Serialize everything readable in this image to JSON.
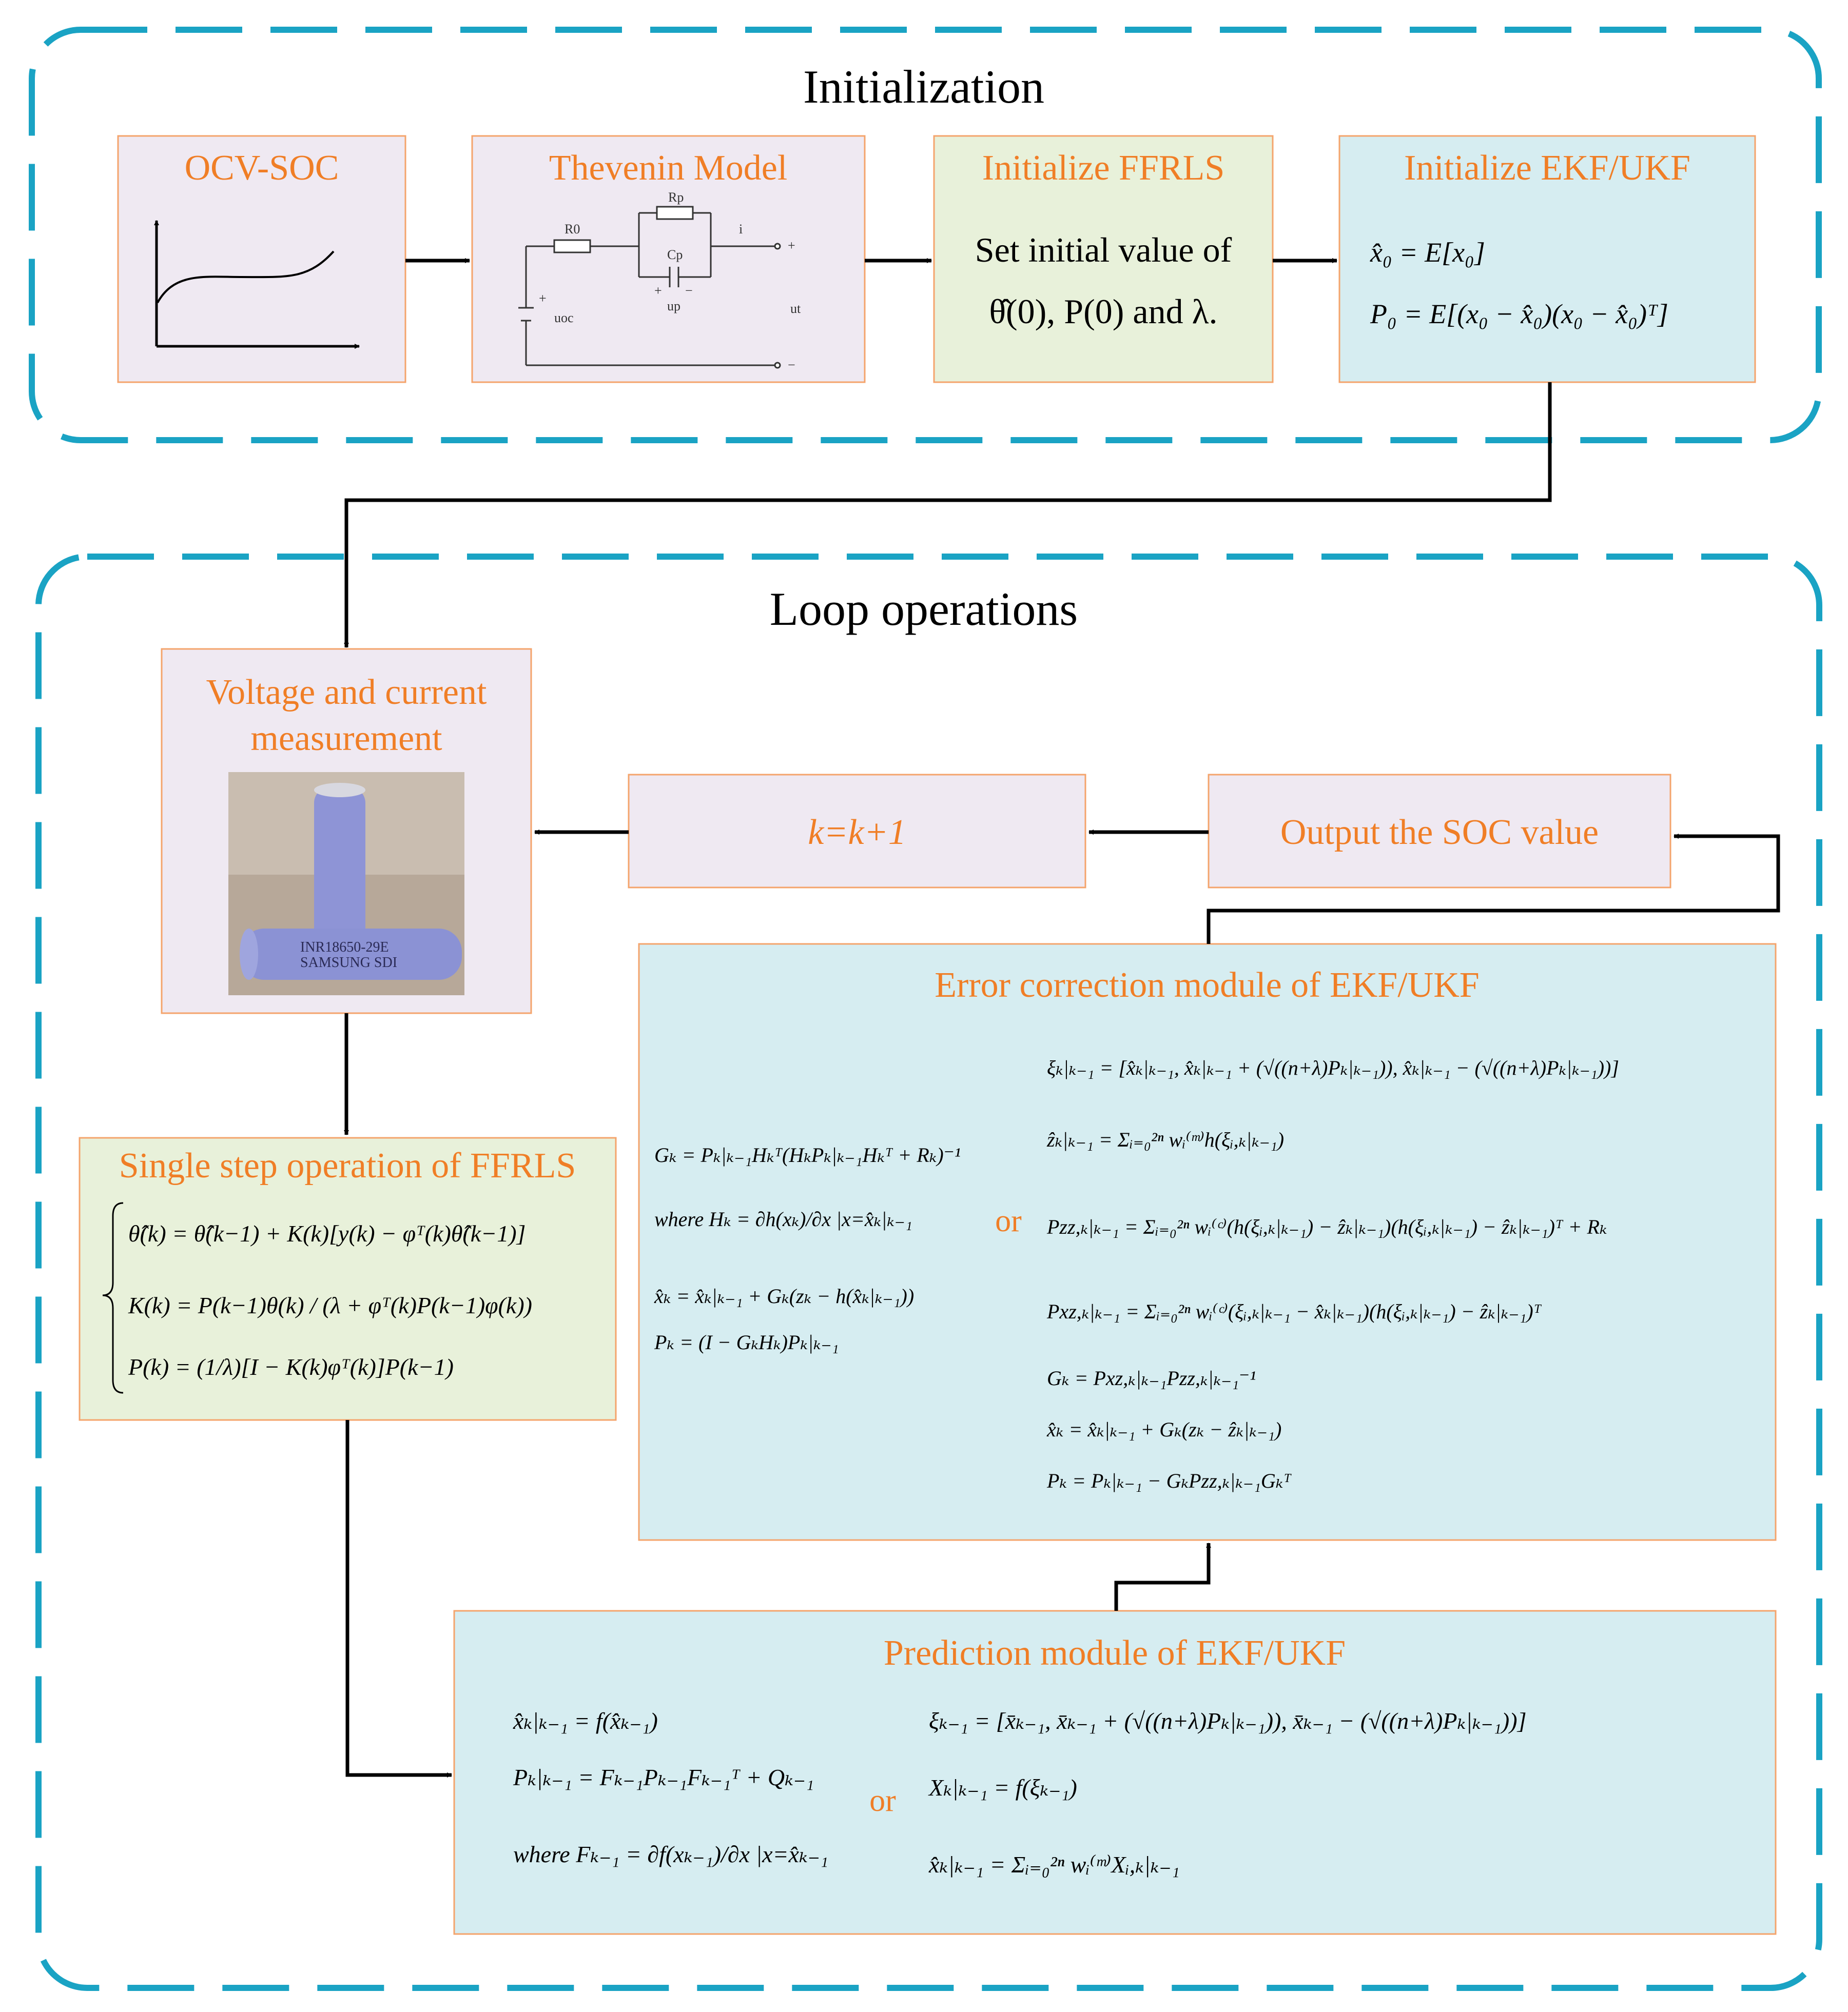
{
  "sections": {
    "init_title": "Initialization",
    "loop_title": "Loop operations"
  },
  "boxes": {
    "ocv": {
      "title": "OCV-SOC"
    },
    "thevenin": {
      "title": "Thevenin Model",
      "labels": {
        "r0": "R0",
        "rp": "Rp",
        "cp": "Cp",
        "i": "i",
        "uoc": "uoc",
        "up": "up",
        "ut": "ut",
        "plus": "+",
        "minus": "−"
      }
    },
    "ffrls_init": {
      "title": "Initialize FFRLS",
      "line1": "Set initial value of",
      "line2": "θ̂(0), P(0) and λ."
    },
    "ekf_init": {
      "title": "Initialize EKF/UKF",
      "eq1": "x̂₀ = E[x₀]",
      "eq2": "P₀ = E[(x₀ − x̂₀)(x₀ − x̂₀)ᵀ]"
    },
    "measure": {
      "title_l1": "Voltage and current",
      "title_l2": "measurement",
      "cell1": "INR18650-29E",
      "cell2": "SAMSUNG SDI"
    },
    "kinc": {
      "label": "k=k+1"
    },
    "output": {
      "label": "Output the SOC value"
    },
    "ffrls_step": {
      "title": "Single step operation of FFRLS",
      "eq1": "θ̂(k) = θ̂(k−1) + K(k)[y(k) − φᵀ(k)θ̂(k−1)]",
      "eq2": "K(k) = P(k−1)θ(k) / (λ + φᵀ(k)P(k−1)φ(k))",
      "eq3": "P(k) = (1/λ)[I − K(k)φᵀ(k)]P(k−1)"
    },
    "error": {
      "title": "Error correction module of EKF/UKF",
      "or": "or",
      "ekf": [
        "Gₖ = Pₖ|ₖ₋₁Hₖᵀ(HₖPₖ|ₖ₋₁Hₖᵀ + Rₖ)⁻¹",
        "where Hₖ = ∂h(xₖ)/∂x |x=x̂ₖ|ₖ₋₁",
        "x̂ₖ = x̂ₖ|ₖ₋₁ + Gₖ(zₖ − h(x̂ₖ|ₖ₋₁))",
        "Pₖ = (I − GₖHₖ)Pₖ|ₖ₋₁"
      ],
      "ukf": [
        "ξₖ|ₖ₋₁ = [x̂ₖ|ₖ₋₁, x̂ₖ|ₖ₋₁ + (√((n+λ)Pₖ|ₖ₋₁)), x̂ₖ|ₖ₋₁ − (√((n+λ)Pₖ|ₖ₋₁))]",
        "ẑₖ|ₖ₋₁ = Σᵢ₌₀²ⁿ wᵢ⁽ᵐ⁾h(ξᵢ,ₖ|ₖ₋₁)",
        "Pzz,ₖ|ₖ₋₁ = Σᵢ₌₀²ⁿ wᵢ⁽ᶜ⁾(h(ξᵢ,ₖ|ₖ₋₁) − ẑₖ|ₖ₋₁)(h(ξᵢ,ₖ|ₖ₋₁) − ẑₖ|ₖ₋₁)ᵀ + Rₖ",
        "Pxz,ₖ|ₖ₋₁ = Σᵢ₌₀²ⁿ wᵢ⁽ᶜ⁾(ξᵢ,ₖ|ₖ₋₁ − x̂ₖ|ₖ₋₁)(h(ξᵢ,ₖ|ₖ₋₁) − ẑₖ|ₖ₋₁)ᵀ",
        "Gₖ = Pxz,ₖ|ₖ₋₁Pzz,ₖ|ₖ₋₁⁻¹",
        "x̂ₖ = x̂ₖ|ₖ₋₁ + Gₖ(zₖ − ẑₖ|ₖ₋₁)",
        "Pₖ = Pₖ|ₖ₋₁ − GₖPzz,ₖ|ₖ₋₁Gₖᵀ"
      ]
    },
    "prediction": {
      "title": "Prediction module of EKF/UKF",
      "or": "or",
      "ekf": [
        "x̂ₖ|ₖ₋₁ = f(x̂ₖ₋₁)",
        "Pₖ|ₖ₋₁ = Fₖ₋₁Pₖ₋₁Fₖ₋₁ᵀ + Qₖ₋₁",
        "where Fₖ₋₁ = ∂f(xₖ₋₁)/∂x |x=x̂ₖ₋₁"
      ],
      "ukf": [
        "ξₖ₋₁ = [x̄ₖ₋₁, x̄ₖ₋₁ + (√((n+λ)Pₖ|ₖ₋₁)), x̄ₖ₋₁ − (√((n+λ)Pₖ|ₖ₋₁))]",
        "Xₖ|ₖ₋₁ = f(ξₖ₋₁)",
        "x̂ₖ|ₖ₋₁ = Σᵢ₌₀²ⁿ wᵢ⁽ᵐ⁾Xᵢ,ₖ|ₖ₋₁"
      ]
    }
  },
  "colors": {
    "dashed_border": "#1AA3C4",
    "box_border": "#F4A46C",
    "title_orange": "#F07E26",
    "fill_lavender": "#EFE9F2",
    "fill_green": "#E8F1DA",
    "fill_cyan": "#D6EDF1"
  }
}
